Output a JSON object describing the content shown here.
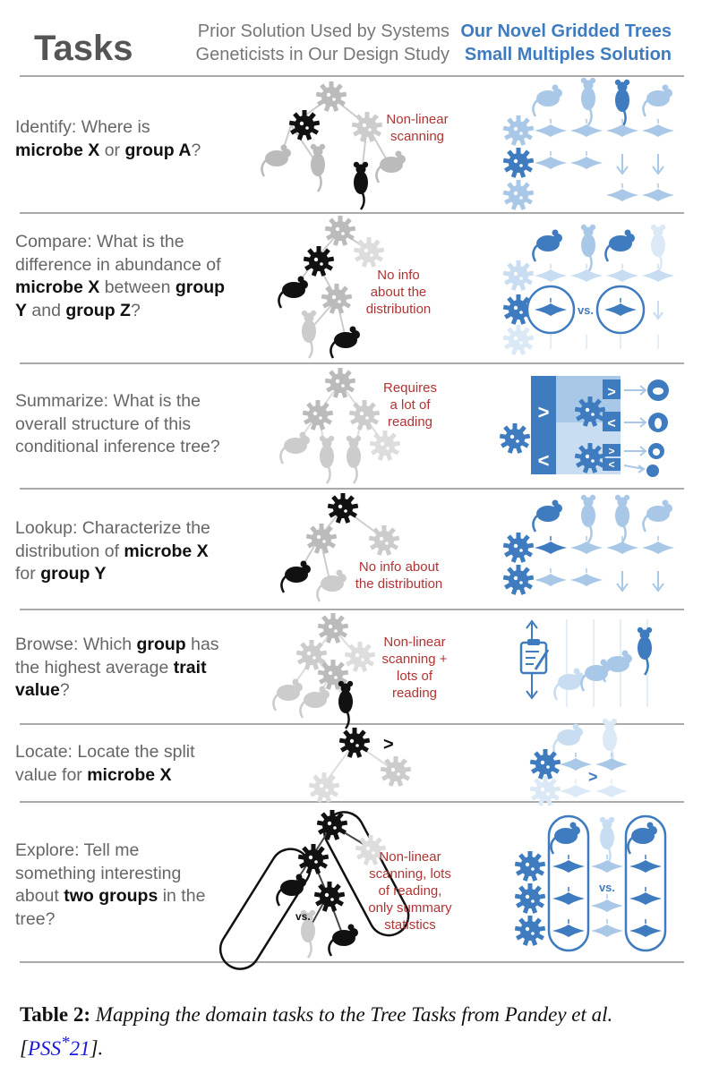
{
  "header": {
    "tasks": "Tasks",
    "prior_line1": "Prior Solution Used by Systems",
    "prior_line2": "Geneticists in Our Design Study",
    "ours_line1": "Our Novel Gridded Trees",
    "ours_line2": "Small Multiples Solution"
  },
  "colors": {
    "blue": "#3f7bbf",
    "light_blue": "#a9c8e8",
    "red": "#b03434",
    "gray": "#888888"
  },
  "rows": [
    {
      "t1": "Identify: Where is",
      "b1": "microbe X",
      "t2": " or ",
      "b2": "group A",
      "t3": "?",
      "note": [
        "Non-linear",
        "scanning"
      ]
    },
    {
      "t1": "Compare: What is the difference in abundance of ",
      "b1": "microbe X",
      "t2": " between ",
      "b2": "group Y",
      "t3": " and ",
      "b3": "group Z",
      "t4": "?",
      "note": [
        "No info",
        "about the",
        "distribution"
      ],
      "vs": "vs."
    },
    {
      "t1": "Summarize: What is the overall structure of this conditional inference tree?",
      "note": [
        "Requires",
        "a lot of",
        "reading"
      ]
    },
    {
      "t1": "Lookup: Characterize the distribution of ",
      "b1": "microbe X",
      "t2": " for ",
      "b2": "group Y",
      "note": [
        "No info about",
        "the distribution"
      ]
    },
    {
      "t1": "Browse: Which ",
      "b1": "group",
      "t2": " has the highest average ",
      "b2": "trait value",
      "t3": "?",
      "note": [
        "Non-linear",
        "scanning +",
        "lots of",
        "reading"
      ]
    },
    {
      "t1": "Locate: Locate the split value for ",
      "b1": "microbe X",
      "gt": ">"
    },
    {
      "t1": "Explore: Tell me something interesting about ",
      "b1": "two groups",
      "t2": " in the tree?",
      "note": [
        "Non-linear",
        "scanning, lots",
        "of reading,",
        "only summary",
        "statistics"
      ],
      "vs": "vs."
    }
  ],
  "caption": {
    "label": "Table 2:",
    "text": " Mapping the domain tasks to the Tree Tasks from Pandey et al. [",
    "cite": "PSS",
    "cite_sup": "*",
    "cite_year": "21",
    "text_end": "]."
  }
}
